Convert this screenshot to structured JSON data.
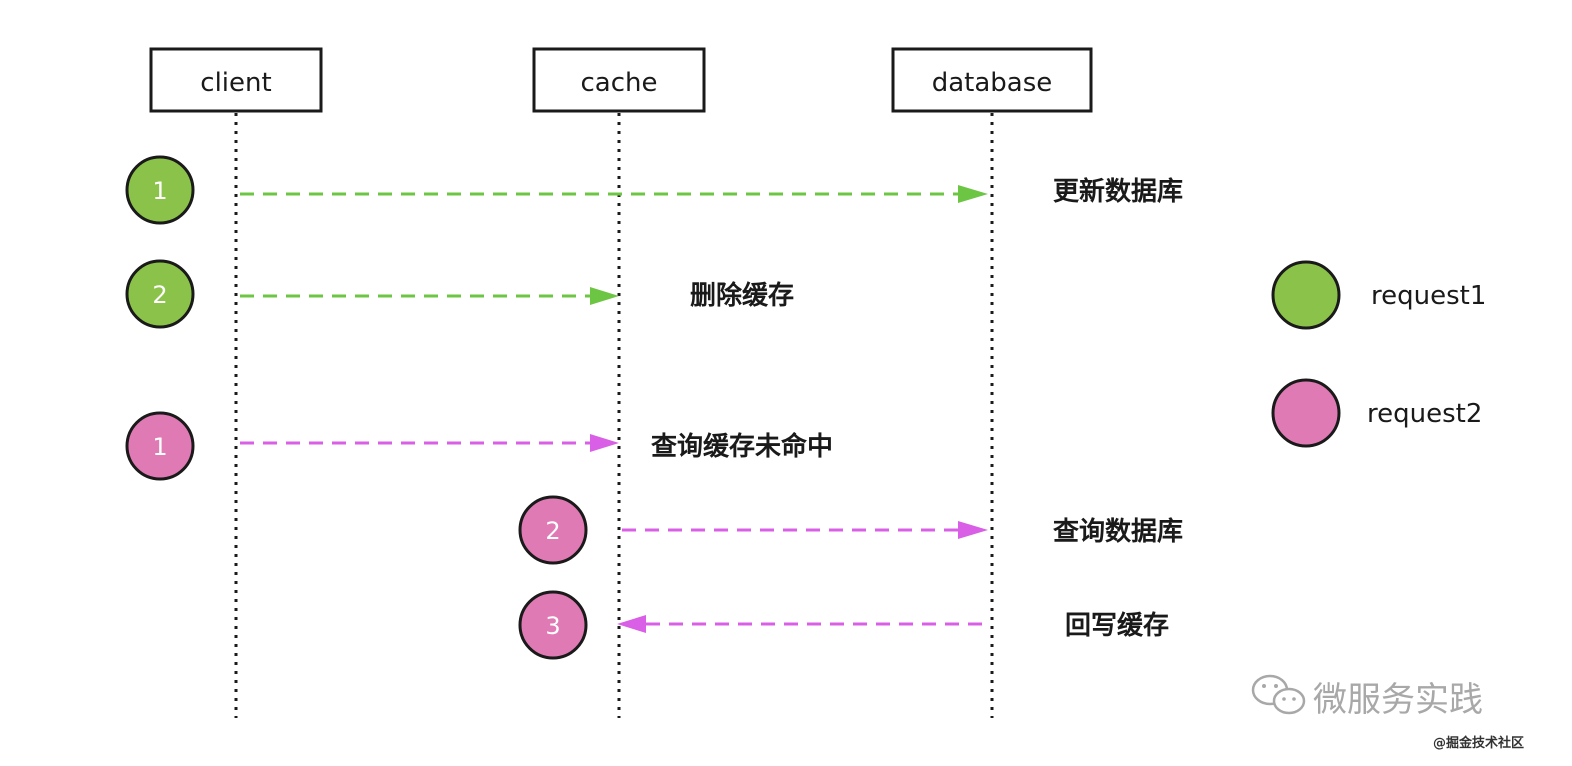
{
  "colors": {
    "request1": "#8bc34a",
    "request1_arrow": "#6cc644",
    "request2": "#e07ab4",
    "request2_arrow": "#d85fe6",
    "stroke": "#1a1a1a"
  },
  "participants": [
    {
      "id": "client",
      "label": "client"
    },
    {
      "id": "cache",
      "label": "cache"
    },
    {
      "id": "database",
      "label": "database"
    }
  ],
  "messages": [
    {
      "request": "request1",
      "step": "1",
      "from": "client",
      "to": "database",
      "label": "更新数据库"
    },
    {
      "request": "request1",
      "step": "2",
      "from": "client",
      "to": "cache",
      "label": "删除缓存"
    },
    {
      "request": "request2",
      "step": "1",
      "from": "client",
      "to": "cache",
      "label": "查询缓存未命中"
    },
    {
      "request": "request2",
      "step": "2",
      "from": "cache",
      "to": "database",
      "label": "查询数据库"
    },
    {
      "request": "request2",
      "step": "3",
      "from": "database",
      "to": "cache",
      "label": "回写缓存"
    }
  ],
  "legend": [
    {
      "request": "request1",
      "label": "request1"
    },
    {
      "request": "request2",
      "label": "request2"
    }
  ],
  "watermark": {
    "icon": "wechat-icon",
    "text": "微服务实践",
    "site": "@掘金技术社区"
  }
}
